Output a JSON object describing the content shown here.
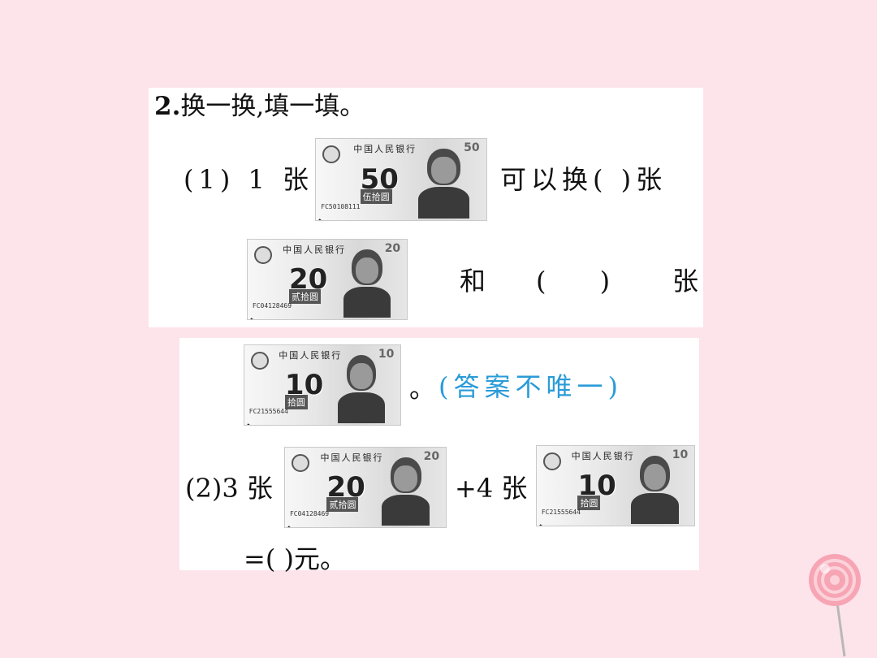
{
  "problem": {
    "number": "2.",
    "title": "换一换,填一填。",
    "part1": {
      "prefix": "(1) 1 张",
      "exchange": "可以换(  )张",
      "and": "和",
      "paren": "(      )",
      "zhang": "张",
      "end": "。",
      "answer_note": "(答案不唯一)"
    },
    "part2": {
      "prefix": "(2)3 张",
      "plus": "+4 张",
      "result": "=(      )元。"
    }
  },
  "banknotes": {
    "bank_name": "中国人民银行",
    "note50": {
      "value": "50",
      "words": "伍拾圆",
      "serial": "FC50108111"
    },
    "note20": {
      "value": "20",
      "words": "贰拾圆",
      "serial": "FC04128469"
    },
    "note10": {
      "value": "10",
      "words": "拾圆",
      "serial": "FC21555644"
    }
  },
  "colors": {
    "background": "#fde3ea",
    "panel": "#ffffff",
    "answer_blue": "#2a9bd8"
  }
}
